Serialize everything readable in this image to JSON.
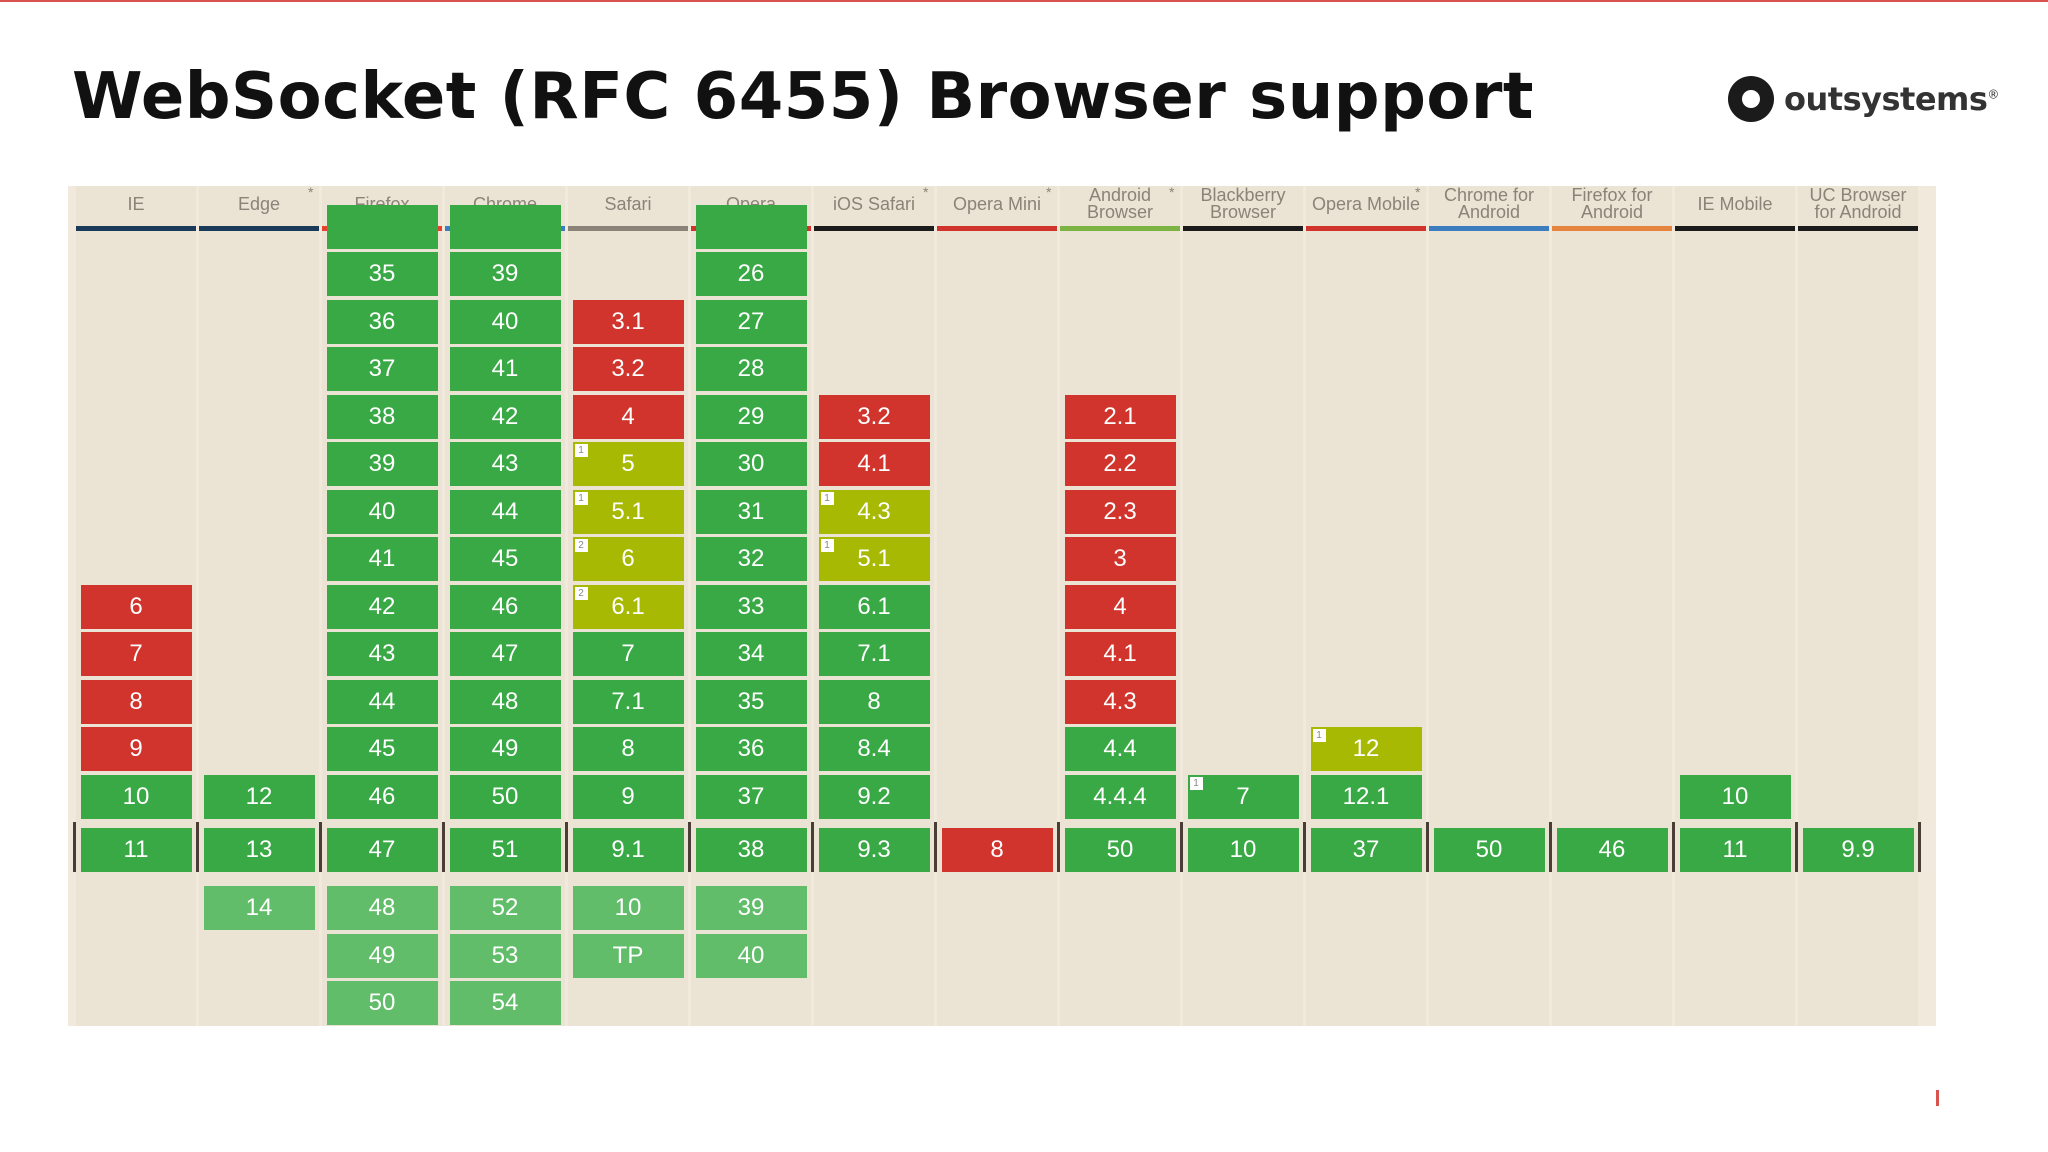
{
  "title": "WebSocket (RFC 6455) Browser support",
  "logo": {
    "text": "outsystems",
    "mark": "®"
  },
  "colors": {
    "supported": "#39a945",
    "partial": "#a8b903",
    "unsupported": "#d0342c",
    "future": "#62bd6a"
  },
  "browsers": [
    {
      "name": "IE",
      "star": false,
      "line": "#1a3a5a",
      "past": [
        [
          "",
          ""
        ],
        [
          "",
          ""
        ],
        [
          "",
          ""
        ],
        [
          "",
          ""
        ],
        [
          "",
          ""
        ],
        [
          "",
          ""
        ],
        [
          "",
          ""
        ],
        [
          "",
          ""
        ],
        [
          "6",
          "n"
        ],
        [
          "7",
          "n"
        ],
        [
          "8",
          "n"
        ],
        [
          "9",
          "n"
        ],
        [
          "10",
          "u"
        ]
      ],
      "current": [
        "11",
        "u"
      ],
      "future": []
    },
    {
      "name": "Edge",
      "star": true,
      "line": "#1a3a5a",
      "past": [
        [
          "",
          ""
        ],
        [
          "",
          ""
        ],
        [
          "",
          ""
        ],
        [
          "",
          ""
        ],
        [
          "",
          ""
        ],
        [
          "",
          ""
        ],
        [
          "",
          ""
        ],
        [
          "",
          ""
        ],
        [
          "",
          ""
        ],
        [
          "",
          ""
        ],
        [
          "",
          ""
        ],
        [
          "",
          ""
        ],
        [
          "12",
          "u"
        ]
      ],
      "current": [
        "13",
        "u"
      ],
      "future": [
        "14"
      ]
    },
    {
      "name": "Firefox",
      "star": false,
      "line": "#e5432f",
      "past": [
        [
          "35",
          "u"
        ],
        [
          "36",
          "u"
        ],
        [
          "37",
          "u"
        ],
        [
          "38",
          "u"
        ],
        [
          "39",
          "u"
        ],
        [
          "40",
          "u"
        ],
        [
          "41",
          "u"
        ],
        [
          "42",
          "u"
        ],
        [
          "43",
          "u"
        ],
        [
          "44",
          "u"
        ],
        [
          "45",
          "u"
        ],
        [
          "46",
          "u"
        ]
      ],
      "current": [
        "47",
        "u"
      ],
      "future": [
        "48",
        "49",
        "50"
      ]
    },
    {
      "name": "Chrome",
      "star": false,
      "line": "#3c7dbf",
      "past": [
        [
          "39",
          "u"
        ],
        [
          "40",
          "u"
        ],
        [
          "41",
          "u"
        ],
        [
          "42",
          "u"
        ],
        [
          "43",
          "u"
        ],
        [
          "44",
          "u"
        ],
        [
          "45",
          "u"
        ],
        [
          "46",
          "u"
        ],
        [
          "47",
          "u"
        ],
        [
          "48",
          "u"
        ],
        [
          "49",
          "u"
        ],
        [
          "50",
          "u"
        ]
      ],
      "current": [
        "51",
        "u"
      ],
      "future": [
        "52",
        "53",
        "54"
      ]
    },
    {
      "name": "Safari",
      "star": false,
      "line": "#8a8478",
      "past": [
        [
          "",
          ""
        ],
        [
          "3.1",
          "n"
        ],
        [
          "3.2",
          "n"
        ],
        [
          "4",
          "n"
        ],
        [
          "5",
          "y",
          "1"
        ],
        [
          "5.1",
          "y",
          "1"
        ],
        [
          "6",
          "y",
          "2"
        ],
        [
          "6.1",
          "y",
          "2"
        ],
        [
          "7",
          "u"
        ],
        [
          "7.1",
          "u"
        ],
        [
          "8",
          "u"
        ],
        [
          "9",
          "u"
        ]
      ],
      "current": [
        "9.1",
        "u"
      ],
      "future": [
        "10",
        "TP"
      ]
    },
    {
      "name": "Opera",
      "star": false,
      "line": "#d0342c",
      "past": [
        [
          "26",
          "u"
        ],
        [
          "27",
          "u"
        ],
        [
          "28",
          "u"
        ],
        [
          "29",
          "u"
        ],
        [
          "30",
          "u"
        ],
        [
          "31",
          "u"
        ],
        [
          "32",
          "u"
        ],
        [
          "33",
          "u"
        ],
        [
          "34",
          "u"
        ],
        [
          "35",
          "u"
        ],
        [
          "36",
          "u"
        ],
        [
          "37",
          "u"
        ]
      ],
      "current": [
        "38",
        "u"
      ],
      "future": [
        "39",
        "40"
      ]
    },
    {
      "name": "iOS Safari",
      "star": true,
      "line": "#1b1b1b",
      "past": [
        [
          "",
          ""
        ],
        [
          "",
          ""
        ],
        [
          "",
          ""
        ],
        [
          "3.2",
          "n"
        ],
        [
          "4.1",
          "n"
        ],
        [
          "4.3",
          "y",
          "1"
        ],
        [
          "5.1",
          "y",
          "1"
        ],
        [
          "6.1",
          "u"
        ],
        [
          "7.1",
          "u"
        ],
        [
          "8",
          "u"
        ],
        [
          "8.4",
          "u"
        ],
        [
          "9.2",
          "u"
        ]
      ],
      "current": [
        "9.3",
        "u"
      ],
      "future": []
    },
    {
      "name": "Opera Mini",
      "star": true,
      "line": "#d0342c",
      "past": [],
      "current": [
        "8",
        "n"
      ],
      "future": []
    },
    {
      "name": "Android Browser",
      "star": true,
      "line": "#7cb342",
      "past": [
        [
          "",
          ""
        ],
        [
          "",
          ""
        ],
        [
          "",
          ""
        ],
        [
          "2.1",
          "n"
        ],
        [
          "2.2",
          "n"
        ],
        [
          "2.3",
          "n"
        ],
        [
          "3",
          "n"
        ],
        [
          "4",
          "n"
        ],
        [
          "4.1",
          "n"
        ],
        [
          "4.3",
          "n"
        ],
        [
          "4.4",
          "u"
        ],
        [
          "4.4.4",
          "u"
        ]
      ],
      "current": [
        "50",
        "u"
      ],
      "future": []
    },
    {
      "name": "Blackberry Browser",
      "star": false,
      "line": "#1b1b1b",
      "past": [
        [
          "",
          ""
        ],
        [
          "",
          ""
        ],
        [
          "",
          ""
        ],
        [
          "",
          ""
        ],
        [
          "",
          ""
        ],
        [
          "",
          ""
        ],
        [
          "",
          ""
        ],
        [
          "",
          ""
        ],
        [
          "",
          ""
        ],
        [
          "",
          ""
        ],
        [
          "",
          ""
        ],
        [
          "7",
          "u",
          "1"
        ]
      ],
      "current": [
        "10",
        "u"
      ],
      "future": []
    },
    {
      "name": "Opera Mobile",
      "star": true,
      "line": "#d0342c",
      "past": [
        [
          "",
          ""
        ],
        [
          "",
          ""
        ],
        [
          "",
          ""
        ],
        [
          "",
          ""
        ],
        [
          "",
          ""
        ],
        [
          "",
          ""
        ],
        [
          "",
          ""
        ],
        [
          "",
          ""
        ],
        [
          "",
          ""
        ],
        [
          "",
          ""
        ],
        [
          "12",
          "y",
          "1"
        ],
        [
          "12.1",
          "u"
        ]
      ],
      "current": [
        "37",
        "u"
      ],
      "future": []
    },
    {
      "name": "Chrome for Android",
      "star": false,
      "line": "#3c7dbf",
      "past": [],
      "current": [
        "50",
        "u"
      ],
      "future": []
    },
    {
      "name": "Firefox for Android",
      "star": false,
      "line": "#e5843f",
      "past": [],
      "current": [
        "46",
        "u"
      ],
      "future": []
    },
    {
      "name": "IE Mobile",
      "star": false,
      "line": "#1b1b1b",
      "past": [
        [
          "",
          ""
        ],
        [
          "",
          ""
        ],
        [
          "",
          ""
        ],
        [
          "",
          ""
        ],
        [
          "",
          ""
        ],
        [
          "",
          ""
        ],
        [
          "",
          ""
        ],
        [
          "",
          ""
        ],
        [
          "",
          ""
        ],
        [
          "",
          ""
        ],
        [
          "",
          ""
        ],
        [
          "10",
          "u"
        ]
      ],
      "current": [
        "11",
        "u"
      ],
      "future": []
    },
    {
      "name": "UC Browser for Android",
      "star": false,
      "line": "#1b1b1b",
      "past": [],
      "current": [
        "9.9",
        "u"
      ],
      "future": []
    }
  ]
}
